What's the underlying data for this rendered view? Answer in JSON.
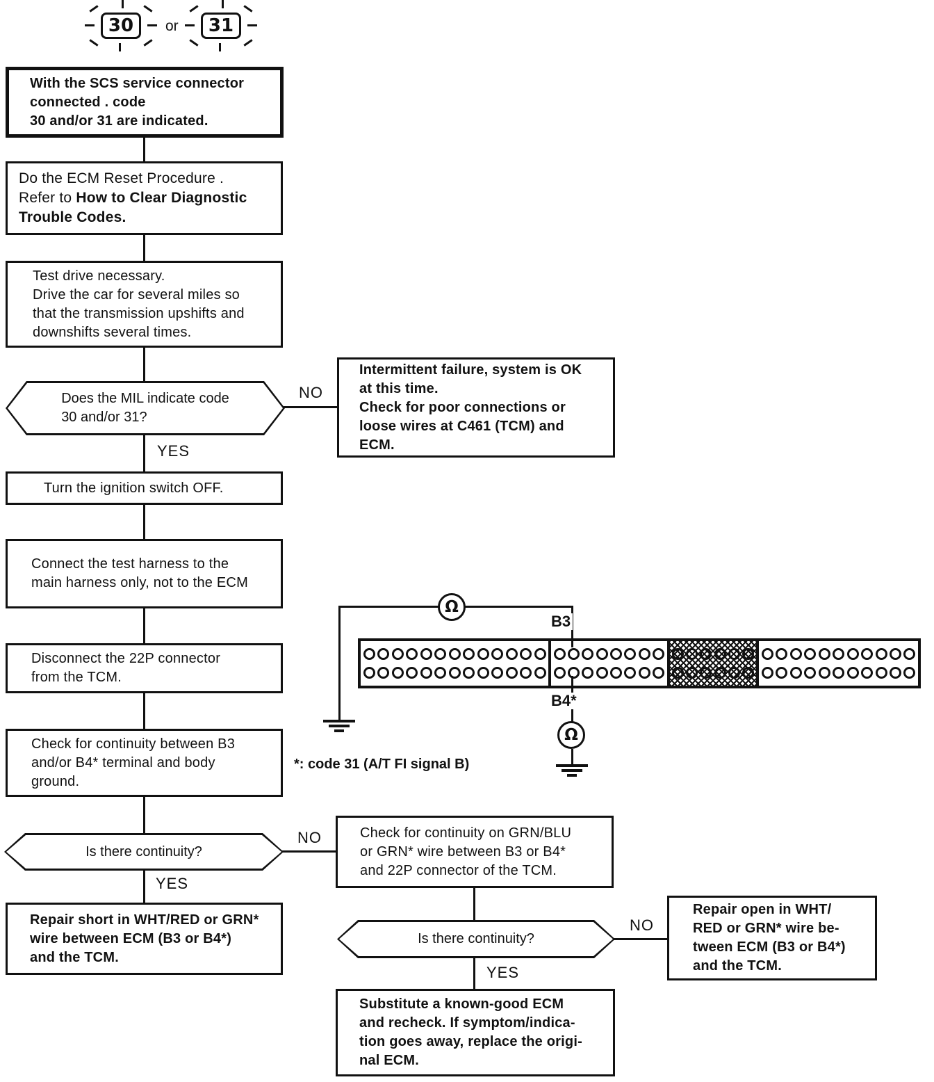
{
  "indicators": {
    "left_code": "30",
    "or_label": "or",
    "right_code": "31"
  },
  "flow": {
    "scs": "With the SCS service connector\nconnected . code\n30 and/or 31 are indicated.",
    "ecm_reset_normal": "Do the ECM Reset Procedure .\nRefer to ",
    "ecm_reset_bold": "How to Clear Diagnostic\nTrouble Codes.",
    "test_drive": "Test drive necessary.\nDrive the car for several miles so\nthat the transmission upshifts and\ndownshifts several times.",
    "mil_question": "Does the MIL indicate code\n30 and/or 31?",
    "intermittent": "Intermittent failure, system is OK\nat this time.\nCheck for poor connections or\nloose wires at C461 (TCM) and\nECM.",
    "ignition": "Turn the ignition switch OFF.",
    "harness": "Connect the test harness to the\nmain harness only, not to the ECM",
    "disconnect": "Disconnect the 22P connector\nfrom the TCM.",
    "check_ground": "Check for continuity between B3\nand/or B4* terminal and body\nground.",
    "continuity_q1": "Is there continuity?",
    "check_wire": "Check for continuity on GRN/BLU\nor GRN* wire between B3 or B4*\nand 22P connector of the TCM.",
    "repair_short": "Repair short in WHT/RED or GRN*\nwire between ECM (B3 or B4*)\nand the TCM.",
    "continuity_q2": "Is there continuity?",
    "repair_open": "Repair open in WHT/\nRED or GRN* wire be-\ntween ECM (B3 or B4*)\nand the TCM.",
    "substitute": "Substitute a known-good ECM\nand recheck. If symptom/indica-\ntion goes away, replace the origi-\nnal ECM.",
    "labels": {
      "yes1": "YES",
      "no1": "NO",
      "yes2": "YES",
      "no2": "NO",
      "yes3": "YES",
      "no3": "NO"
    }
  },
  "circuit": {
    "b3_label": "B3",
    "b4_label": "B4*",
    "ohmmeter_symbol": "Ω",
    "note": "*: code 31 (A/T FI signal B)",
    "connector_sections": [
      {
        "pins_per_row": 13,
        "rows": 2,
        "hatched": false
      },
      {
        "pins_per_row": 8,
        "rows": 2,
        "hatched": false
      },
      {
        "pins_per_row": 6,
        "rows": 2,
        "hatched": true
      },
      {
        "pins_per_row": 11,
        "rows": 2,
        "hatched": false
      }
    ]
  },
  "colors": {
    "ink": "#111111",
    "paper": "#ffffff"
  }
}
